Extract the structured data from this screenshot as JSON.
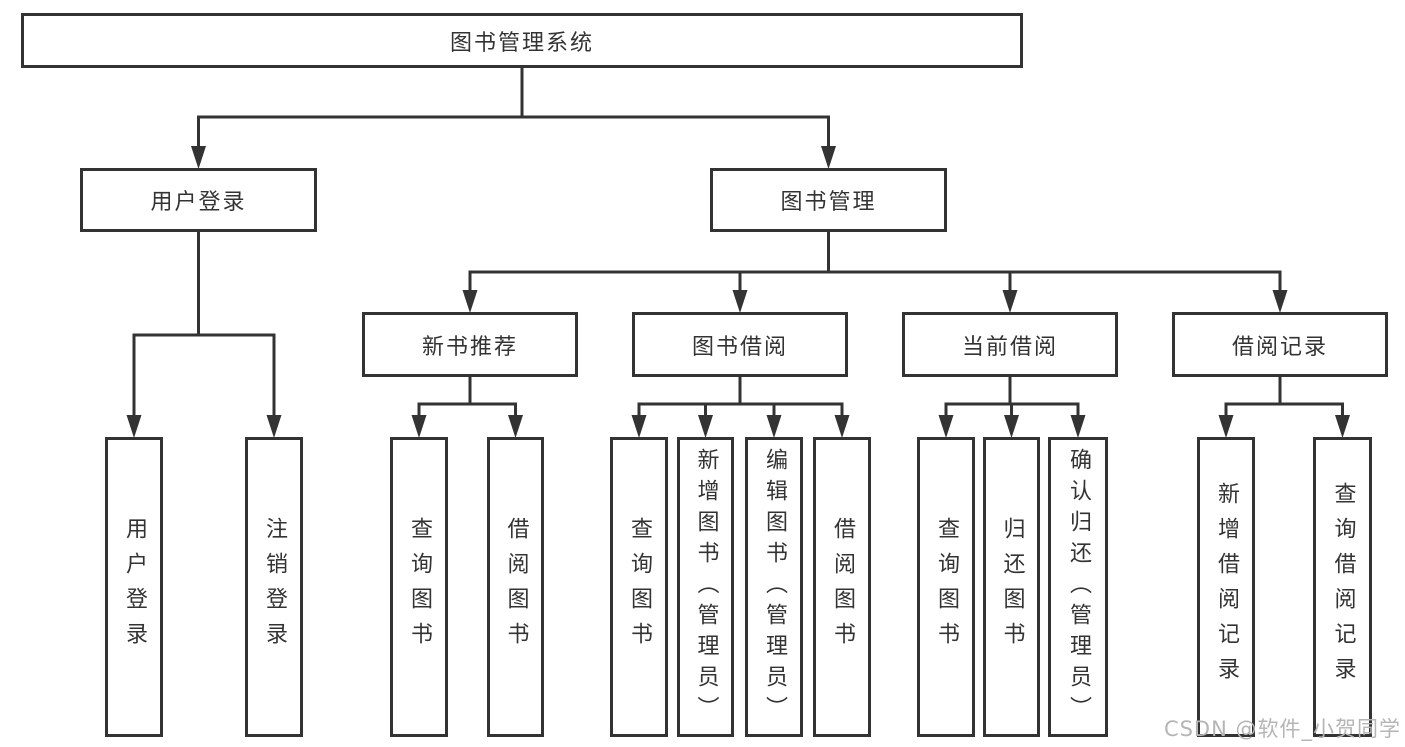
{
  "diagram": {
    "title": "图书管理系统",
    "watermark": "CSDN @软件_小贺同学",
    "colors": {
      "line": "#333333",
      "text": "#333333",
      "box_bg": "#ffffff",
      "watermark": "#b5b5b5"
    },
    "tree": {
      "id": "root",
      "label": "图书管理系统",
      "children": [
        {
          "id": "user-login",
          "label": "用户登录",
          "children": [
            {
              "id": "leaf-user-login",
              "label": "用户登录"
            },
            {
              "id": "leaf-logout",
              "label": "注销登录"
            }
          ]
        },
        {
          "id": "book-mgmt",
          "label": "图书管理",
          "children": [
            {
              "id": "new-book-rec",
              "label": "新书推荐",
              "children": [
                {
                  "id": "nbr-query",
                  "label": "查询图书"
                },
                {
                  "id": "nbr-borrow",
                  "label": "借阅图书"
                }
              ]
            },
            {
              "id": "book-borrow",
              "label": "图书借阅",
              "children": [
                {
                  "id": "bb-query",
                  "label": "查询图书"
                },
                {
                  "id": "bb-add",
                  "label": "新增图书（管理员）"
                },
                {
                  "id": "bb-edit",
                  "label": "编辑图书（管理员）"
                },
                {
                  "id": "bb-borrow",
                  "label": "借阅图书"
                }
              ]
            },
            {
              "id": "current-borrow",
              "label": "当前借阅",
              "children": [
                {
                  "id": "cb-query",
                  "label": "查询图书"
                },
                {
                  "id": "cb-return",
                  "label": "归还图书"
                },
                {
                  "id": "cb-confirm",
                  "label": "确认归还（管理员）"
                }
              ]
            },
            {
              "id": "borrow-records",
              "label": "借阅记录",
              "children": [
                {
                  "id": "br-add",
                  "label": "新增借阅记录"
                },
                {
                  "id": "br-query",
                  "label": "查询借阅记录"
                }
              ]
            }
          ]
        }
      ]
    }
  }
}
